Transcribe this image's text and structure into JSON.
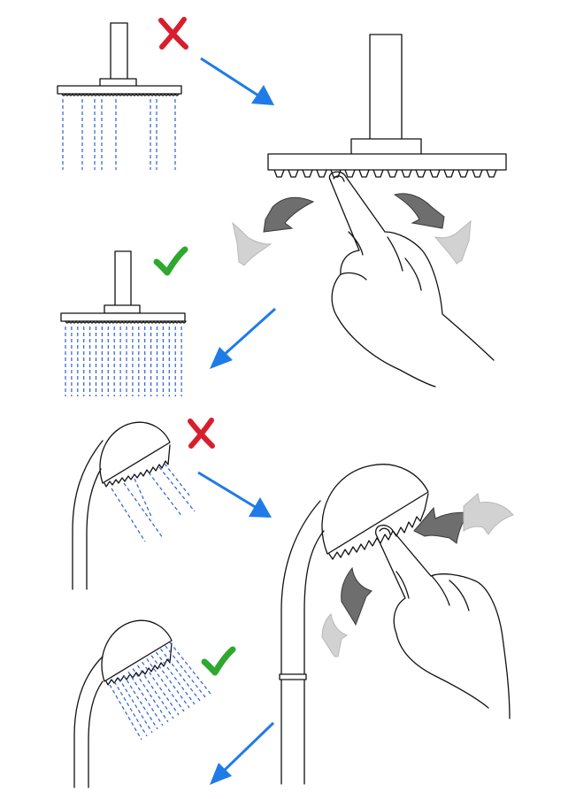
{
  "colors": {
    "line": "#111111",
    "water": "#2f5fd0",
    "arrow": "#1f7be8",
    "cross": "#d81e2c",
    "check": "#2ea82e",
    "press_dark": "#6e6e6e",
    "press_light": "#d2d2d2"
  },
  "steps": [
    {
      "fixture": "overhead-shower-head",
      "status": "clogged",
      "marker": "cross-icon"
    },
    {
      "fixture": "overhead-shower-head",
      "status": "cleaned",
      "marker": "check-icon"
    },
    {
      "fixture": "hand-shower-head",
      "status": "clogged",
      "marker": "cross-icon"
    },
    {
      "fixture": "hand-shower-head",
      "status": "cleaned",
      "marker": "check-icon"
    }
  ]
}
